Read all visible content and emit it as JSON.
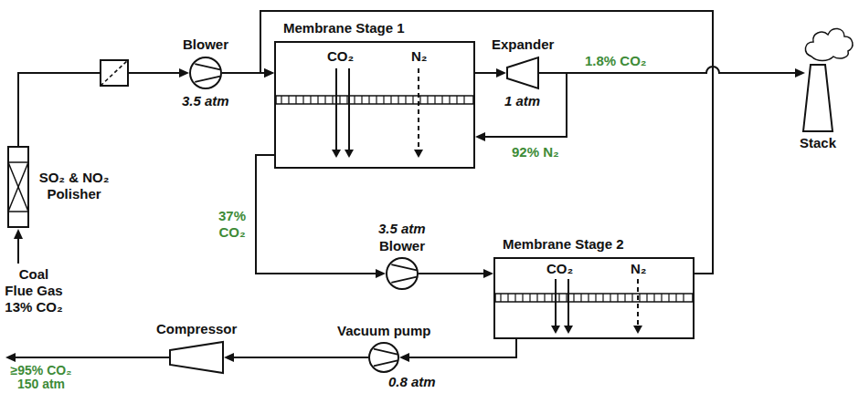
{
  "diagram": {
    "nodes": [
      {
        "text": [
          "SO₂ & NO₂ Polisher"
        ]
      },
      {
        "text": [
          "Blower",
          "3.5 atm"
        ]
      },
      {
        "text": [
          "Membrane Stage 1",
          "CO₂",
          "N₂"
        ]
      },
      {
        "text": [
          "Expander",
          "1 atm"
        ]
      },
      {
        "text": [
          "Stack"
        ]
      },
      {
        "text": [
          "3.5 atm",
          "Blower"
        ]
      },
      {
        "text": [
          "Membrane Stage 2",
          "CO₂",
          "N₂"
        ]
      },
      {
        "text": [
          "Vacuum pump",
          "0.8 atm"
        ]
      },
      {
        "text": [
          "Compressor"
        ]
      }
    ],
    "edges": [
      {
        "from": 0,
        "to": 1,
        "arrow": "to"
      },
      {
        "from": 1,
        "to": 2,
        "arrow": "to"
      },
      {
        "from": 2,
        "to": 3,
        "arrow": "to"
      },
      {
        "from": 3,
        "to": 4,
        "arrow": "to"
      },
      {
        "from": 3,
        "to": 2,
        "arrow": "to"
      },
      {
        "from": 2,
        "to": 5,
        "arrow": "to"
      },
      {
        "from": 5,
        "to": 6,
        "arrow": "to"
      },
      {
        "from": 6,
        "to": 2,
        "arrow": "to"
      },
      {
        "from": 6,
        "to": 7,
        "arrow": "to"
      },
      {
        "from": 7,
        "to": 8,
        "arrow": "to"
      }
    ],
    "labels": [
      "Coal Flue Gas 13% CO₂",
      "1.8% CO₂",
      "92% N₂",
      "37% CO₂",
      "≥95% CO₂ 150 atm"
    ]
  }
}
